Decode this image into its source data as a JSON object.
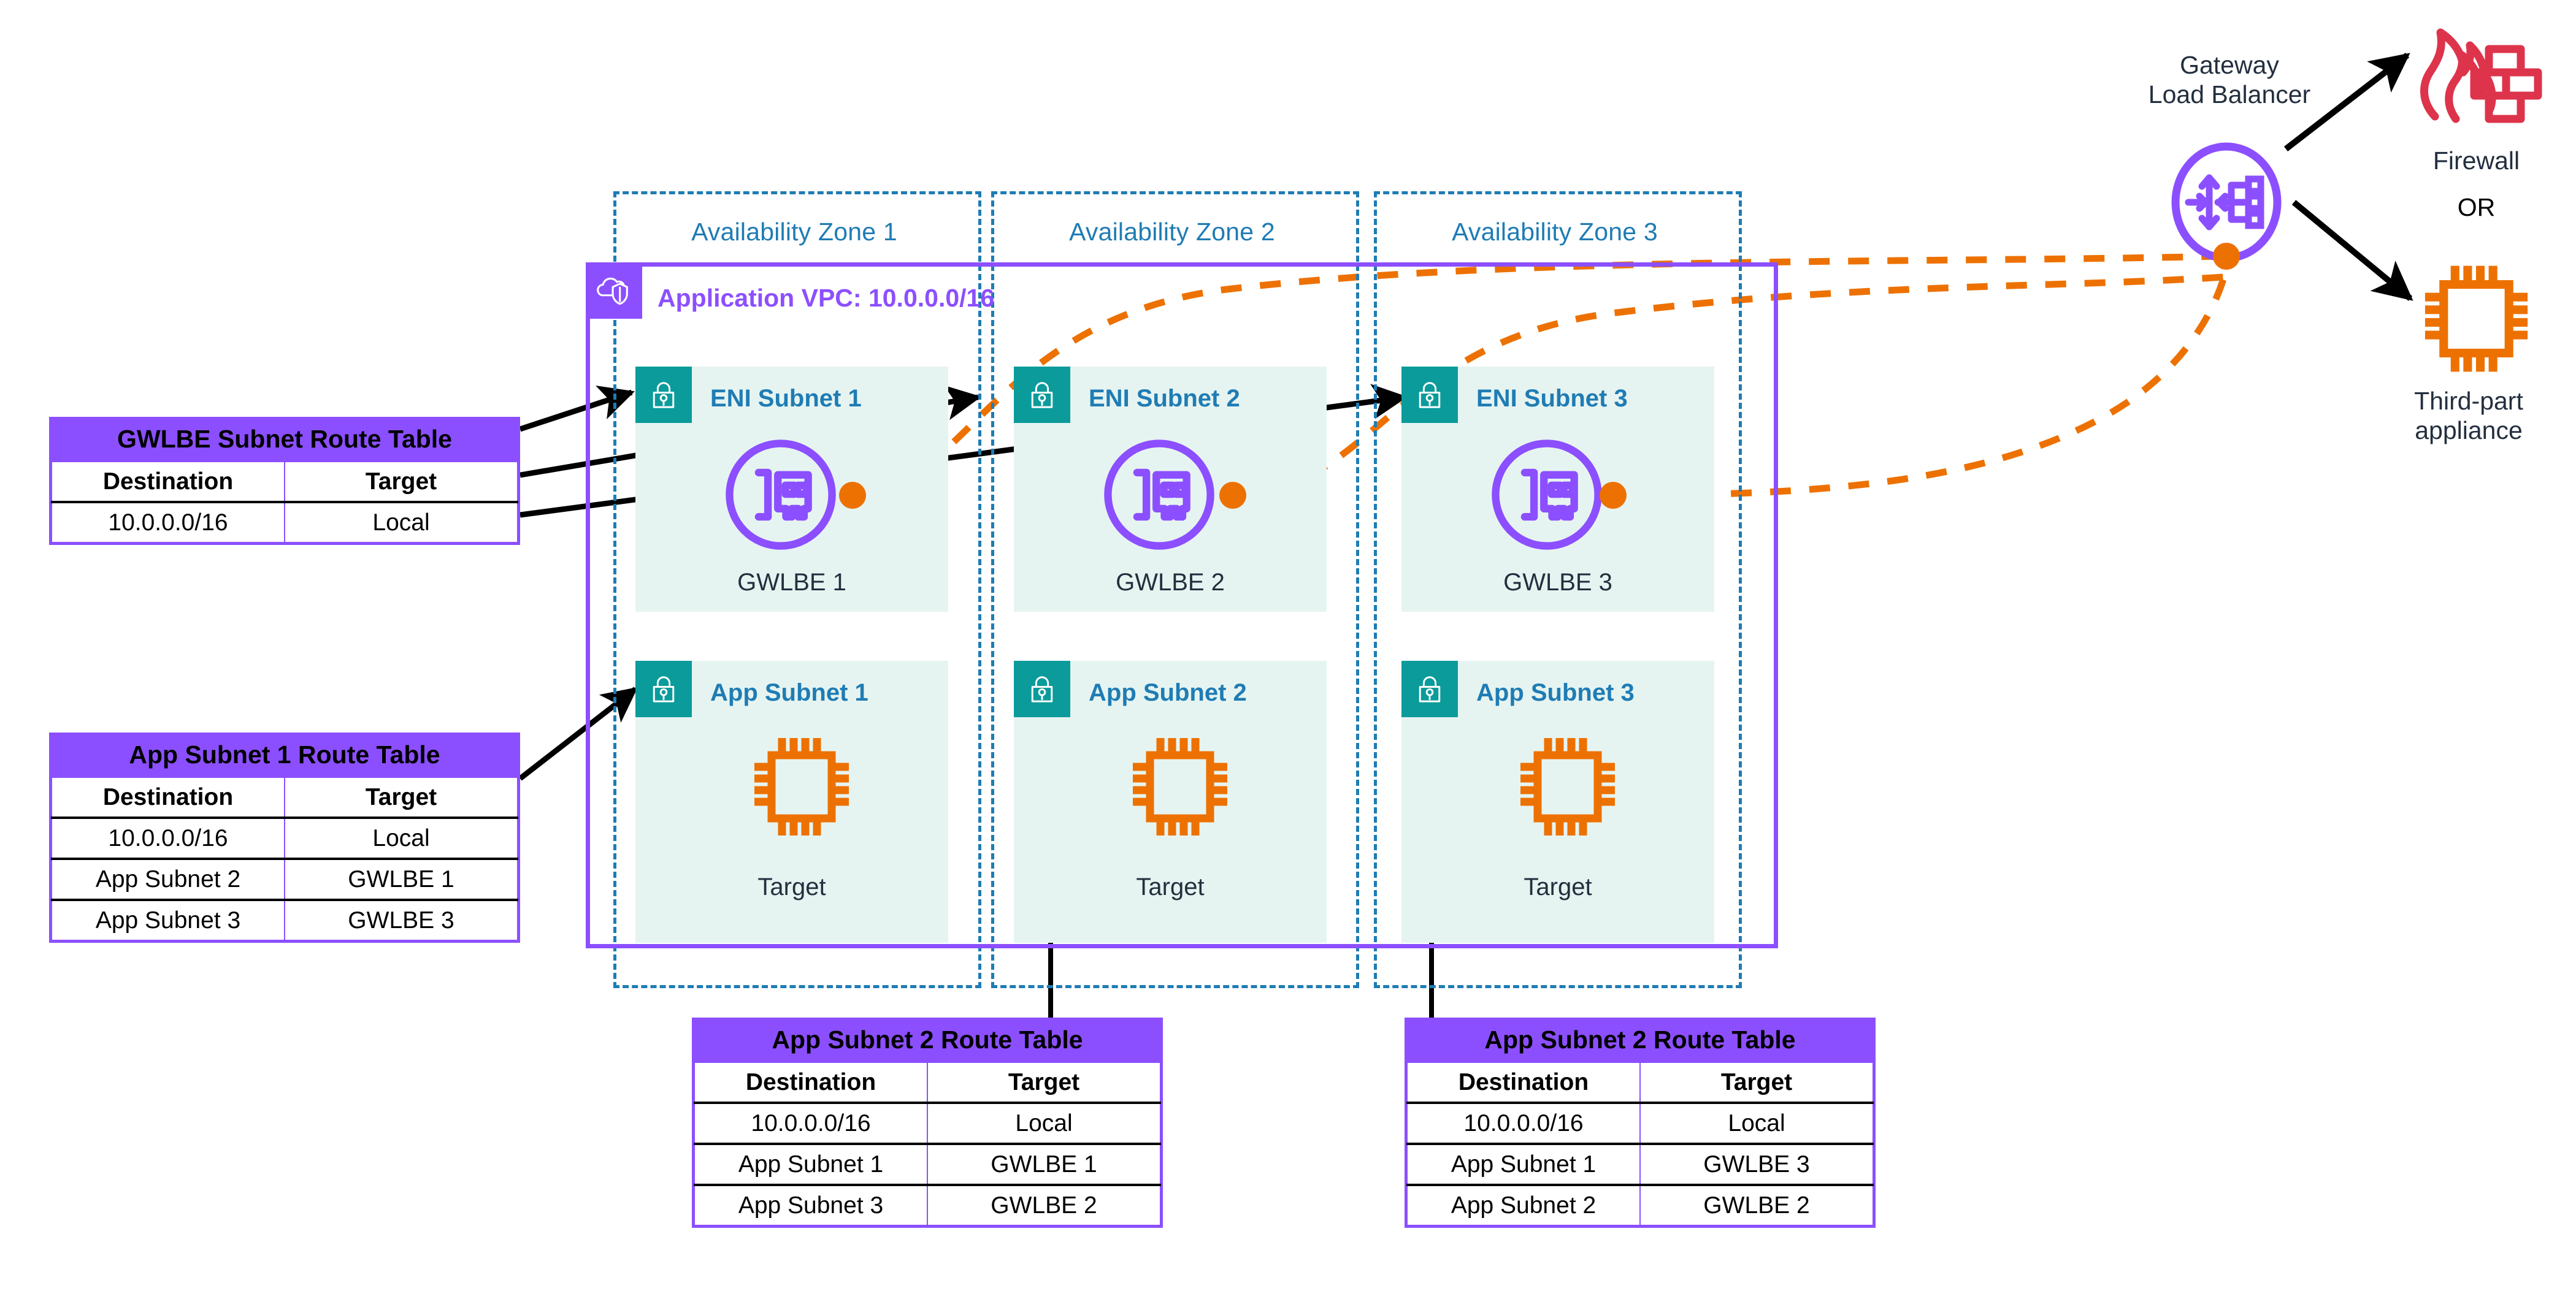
{
  "diagram": {
    "title": "AWS Gateway Load Balancer Endpoint inter-subnet inspection architecture",
    "colors": {
      "vpc_purple": "#8C4FFF",
      "subnet_teal": "#0B9B9B",
      "subnet_fill": "#E6F4F1",
      "az_blue": "#1F7CB4",
      "text_dark": "#232F3E",
      "orange": "#ED7100",
      "firewall_red": "#DD344C",
      "route_line_black": "#000000"
    }
  },
  "vpc": {
    "badge_icon": "vpc-cloud-shield-icon",
    "title": "Application VPC: 10.0.0.0/16"
  },
  "availability_zones": [
    {
      "label": "Availability Zone 1"
    },
    {
      "label": "Availability Zone 2"
    },
    {
      "label": "Availability Zone 3"
    }
  ],
  "eni_subnets": [
    {
      "badge_icon": "subnet-lock-icon",
      "title": "ENI Subnet 1",
      "node_icon": "network-interface-card-icon",
      "node_caption": "GWLBE 1"
    },
    {
      "badge_icon": "subnet-lock-icon",
      "title": "ENI Subnet 2",
      "node_icon": "network-interface-card-icon",
      "node_caption": "GWLBE 2"
    },
    {
      "badge_icon": "subnet-lock-icon",
      "title": "ENI Subnet 3",
      "node_icon": "network-interface-card-icon",
      "node_caption": "GWLBE 3"
    }
  ],
  "app_subnets": [
    {
      "badge_icon": "subnet-lock-icon",
      "title": "App Subnet 1",
      "node_icon": "chip-appliance-icon",
      "node_caption": "Target"
    },
    {
      "badge_icon": "subnet-lock-icon",
      "title": "App Subnet 2",
      "node_icon": "chip-appliance-icon",
      "node_caption": "Target"
    },
    {
      "badge_icon": "subnet-lock-icon",
      "title": "App Subnet 3",
      "node_icon": "chip-appliance-icon",
      "node_caption": "Target"
    }
  ],
  "route_tables": [
    {
      "id": "gwlbe-subnet-route-table",
      "title": "GWLBE Subnet Route Table",
      "headers": [
        "Destination",
        "Target"
      ],
      "rows": [
        [
          "10.0.0.0/16",
          "Local"
        ]
      ]
    },
    {
      "id": "app-subnet-1-route-table",
      "title": "App Subnet 1 Route Table",
      "headers": [
        "Destination",
        "Target"
      ],
      "rows": [
        [
          "10.0.0.0/16",
          "Local"
        ],
        [
          "App Subnet 2",
          "GWLBE 1"
        ],
        [
          "App Subnet 3",
          "GWLBE 3"
        ]
      ]
    },
    {
      "id": "app-subnet-2-route-table",
      "title": "App Subnet 2 Route Table",
      "headers": [
        "Destination",
        "Target"
      ],
      "rows": [
        [
          "10.0.0.0/16",
          "Local"
        ],
        [
          "App Subnet 1",
          "GWLBE 1"
        ],
        [
          "App Subnet 3",
          "GWLBE 2"
        ]
      ]
    },
    {
      "id": "app-subnet-3-route-table",
      "title": "App Subnet 2 Route Table",
      "headers": [
        "Destination",
        "Target"
      ],
      "rows": [
        [
          "10.0.0.0/16",
          "Local"
        ],
        [
          "App Subnet 1",
          "GWLBE 3"
        ],
        [
          "App Subnet 2",
          "GWLBE 2"
        ]
      ]
    }
  ],
  "gateway_load_balancer": {
    "label": "Gateway\nLoad Balancer",
    "icon": "gateway-load-balancer-icon"
  },
  "appliances": {
    "firewall": {
      "label": "Firewall",
      "icon": "firewall-flame-icon"
    },
    "or_separator": "OR",
    "third_party": {
      "label": "Third-part\nappliance",
      "icon": "chip-appliance-icon"
    }
  }
}
